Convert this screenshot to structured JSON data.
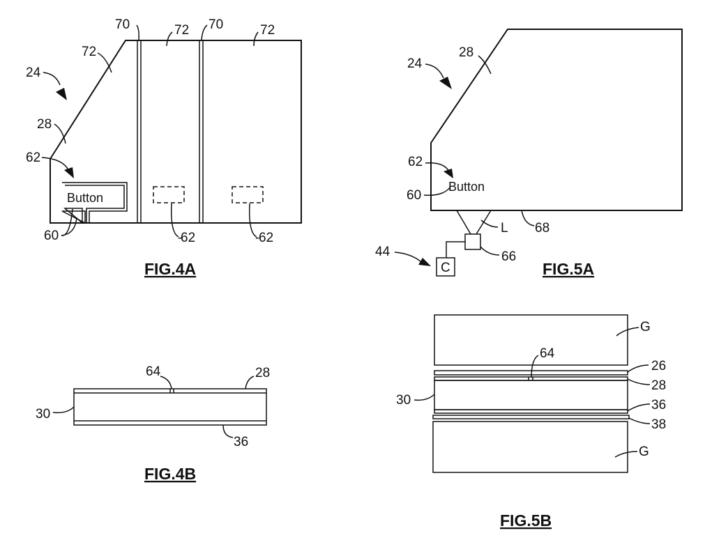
{
  "fig4a": {
    "caption": "FIG.4A",
    "refs": {
      "r70a": "70",
      "r72a": "72",
      "r70b": "70",
      "r72b": "72",
      "r72c": "72",
      "r24": "24",
      "r28": "28",
      "r62": "62",
      "r60": "60",
      "r62b": "62",
      "r62c": "62"
    },
    "button_text": "Button"
  },
  "fig4b": {
    "caption": "FIG.4B",
    "refs": {
      "r64": "64",
      "r28": "28",
      "r30": "30",
      "r36": "36"
    }
  },
  "fig5a": {
    "caption": "FIG.5A",
    "refs": {
      "r28": "28",
      "r24": "24",
      "r62": "62",
      "r60": "60",
      "rL": "L",
      "r68": "68",
      "r66": "66",
      "r44": "44"
    },
    "button_text": "Button",
    "controller_text": "C"
  },
  "fig5b": {
    "caption": "FIG.5B",
    "refs": {
      "rG1": "G",
      "r64": "64",
      "r26": "26",
      "r28": "28",
      "r30": "30",
      "r36": "36",
      "r38": "38",
      "rG2": "G"
    }
  }
}
